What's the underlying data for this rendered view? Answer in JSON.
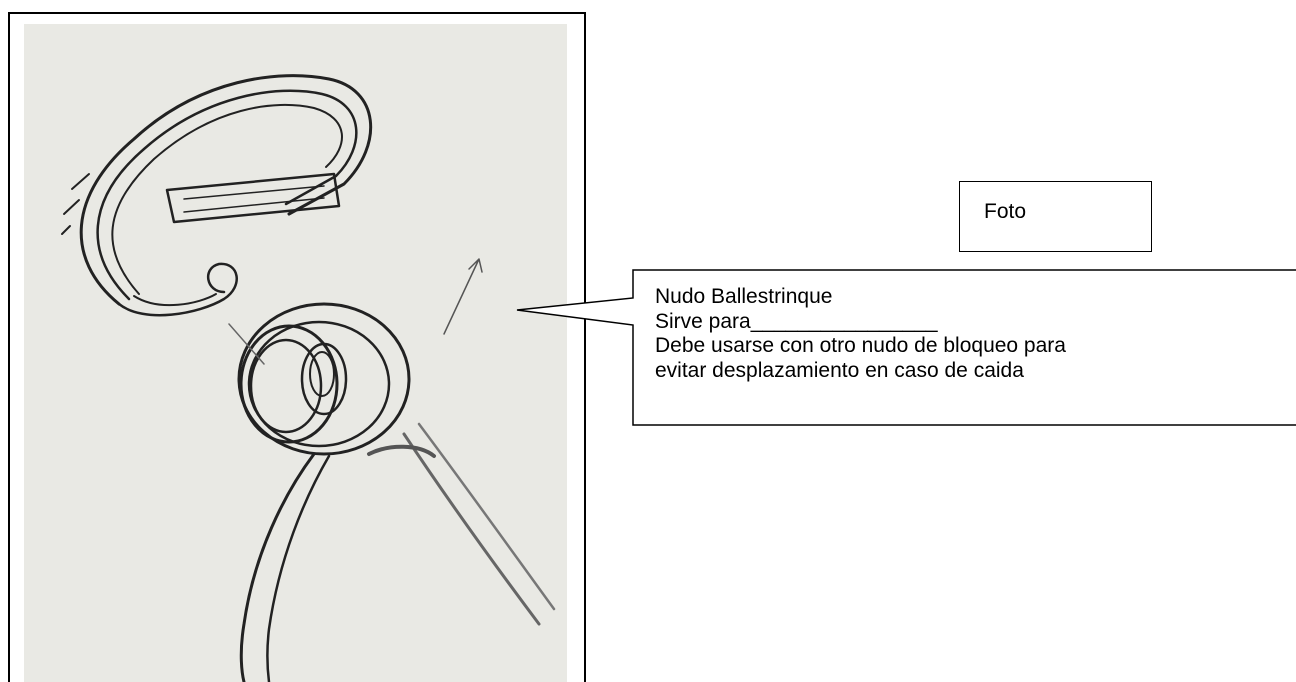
{
  "image_box": {
    "image": "knot-illustration"
  },
  "foto_box": {
    "label": "Foto"
  },
  "callout": {
    "lines": [
      "Nudo Ballestrinque",
      "Sirve para________________",
      "Debe usarse con otro nudo de bloqueo para",
      "evitar desplazamiento en caso de caida"
    ]
  },
  "colors": {
    "line": "#000000",
    "photo_background": "#e9e9e4",
    "rope_stroke": "#222222"
  }
}
